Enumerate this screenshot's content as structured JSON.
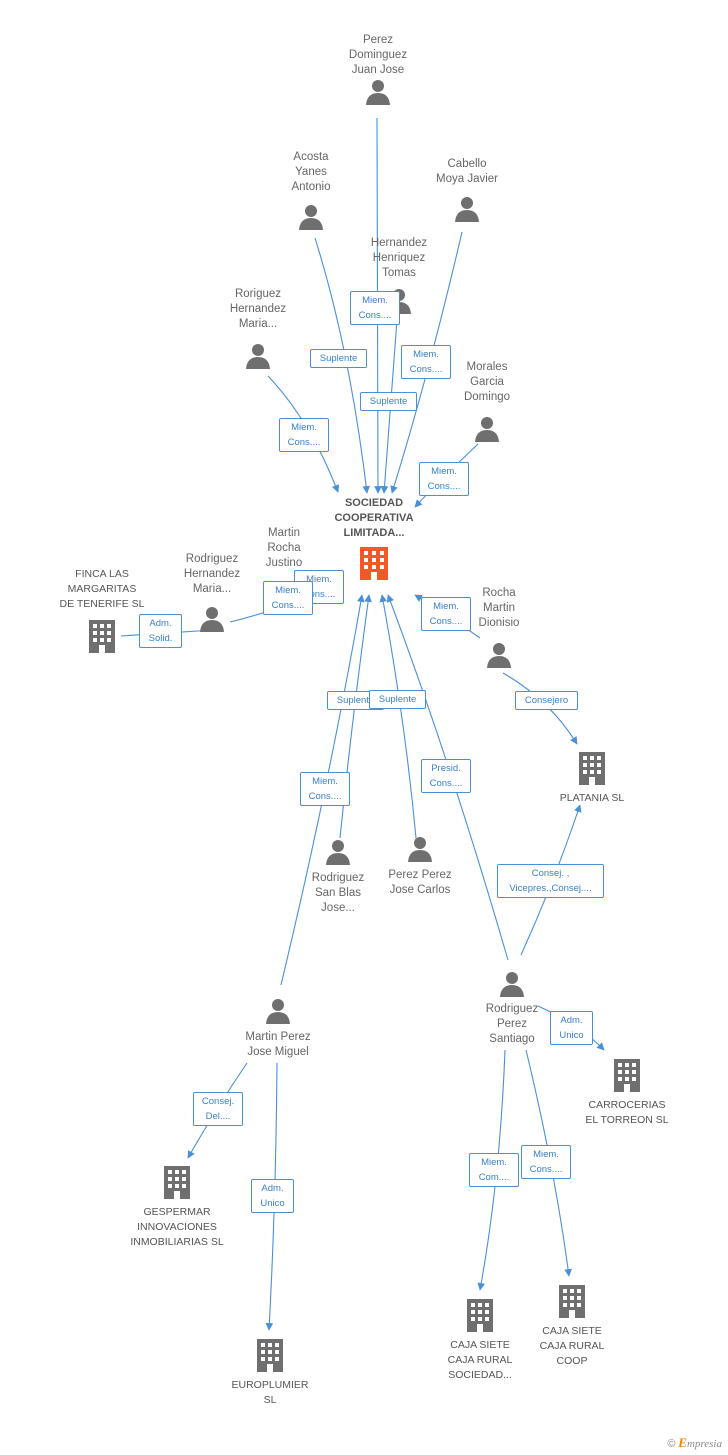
{
  "center": {
    "name": "SOCIEDAD\nCOOPERATIVA\nLIMITADA...",
    "color": "#f05a28"
  },
  "colors": {
    "person": "#6f6f6f",
    "company": "#6f6f6f",
    "edge": "#4a90d9",
    "label_text": "#3a80c9"
  },
  "people": [
    {
      "id": "perez_dominguez",
      "name": "Perez\nDominguez\nJuan Jose"
    },
    {
      "id": "acosta",
      "name": "Acosta\nYanes\nAntonio"
    },
    {
      "id": "cabello",
      "name": "Cabello\nMoya Javier"
    },
    {
      "id": "hernandez_henriquez",
      "name": "Hernandez\nHenriquez\nTomas"
    },
    {
      "id": "roriguez",
      "name": "Roriguez\nHernandez\nMaria..."
    },
    {
      "id": "morales",
      "name": "Morales\nGarcia\nDomingo"
    },
    {
      "id": "martin_rocha",
      "name": "Martin\nRocha\nJustino"
    },
    {
      "id": "rodriguez_hernandez",
      "name": "Rodriguez\nHernandez\nMaria..."
    },
    {
      "id": "rocha_martin",
      "name": "Rocha\nMartin\nDionisio"
    },
    {
      "id": "rodriguez_san_blas",
      "name": "Rodriguez\nSan Blas\nJose..."
    },
    {
      "id": "perez_perez",
      "name": "Perez Perez\nJose Carlos"
    },
    {
      "id": "martin_perez",
      "name": "Martin Perez\nJose Miguel"
    },
    {
      "id": "rodriguez_perez",
      "name": "Rodriguez\nPerez\nSantiago"
    }
  ],
  "companies": [
    {
      "id": "finca",
      "name": "FINCA LAS\nMARGARITAS\nDE TENERIFE SL"
    },
    {
      "id": "platania",
      "name": "PLATANIA  SL"
    },
    {
      "id": "carrocerias",
      "name": "CARROCERIAS\nEL TORREON SL"
    },
    {
      "id": "gespermar",
      "name": "GESPERMAR\nINNOVACIONES\nINMOBILIARIAS SL"
    },
    {
      "id": "europlumier",
      "name": "EUROPLUMIER\nSL"
    },
    {
      "id": "caja_siete_sociedad",
      "name": "CAJA SIETE\nCAJA RURAL\nSOCIEDAD..."
    },
    {
      "id": "caja_siete_coop",
      "name": "CAJA SIETE\nCAJA RURAL\nCOOP"
    }
  ],
  "relations": [
    {
      "id": "perez_dominguez",
      "label": "Miem.\nCons...."
    },
    {
      "id": "acosta",
      "label": "Suplente"
    },
    {
      "id": "cabello",
      "label": "Miem.\nCons...."
    },
    {
      "id": "hernandez_henriquez",
      "label": "Suplente"
    },
    {
      "id": "roriguez",
      "label": "Miem.\nCons...."
    },
    {
      "id": "morales",
      "label": "Miem.\nCons...."
    },
    {
      "id": "martin_rocha",
      "label": "Miem.\nCons...."
    },
    {
      "id": "rodriguez_hernandez",
      "label": "Miem.\nCons...."
    },
    {
      "id": "finca",
      "label": "Adm.\nSolid."
    },
    {
      "id": "rocha_martin_center",
      "label": "Miem.\nCons...."
    },
    {
      "id": "rocha_martin_platania",
      "label": "Consejero"
    },
    {
      "id": "rodriguez_san_blas",
      "label": "Suplente"
    },
    {
      "id": "perez_perez",
      "label": "Suplente"
    },
    {
      "id": "martin_perez",
      "label": "Miem.\nCons...."
    },
    {
      "id": "rodriguez_perez_center",
      "label": "Presid.\nCons...."
    },
    {
      "id": "rodriguez_perez_platania",
      "label": "Consej. ,\nVicepres.,Consej...."
    },
    {
      "id": "rodriguez_perez_carrocerias",
      "label": "Adm.\nUnico"
    },
    {
      "id": "martin_perez_gespermar",
      "label": "Consej.\nDel...."
    },
    {
      "id": "martin_perez_europlumier",
      "label": "Adm.\nUnico"
    },
    {
      "id": "rodriguez_perez_caja_sociedad",
      "label": "Miem.\nCom...."
    },
    {
      "id": "rodriguez_perez_caja_coop",
      "label": "Miem.\nCons...."
    }
  ],
  "footer": {
    "copyright": "©",
    "brand_initial": "E",
    "brand_rest": "mpresia"
  }
}
